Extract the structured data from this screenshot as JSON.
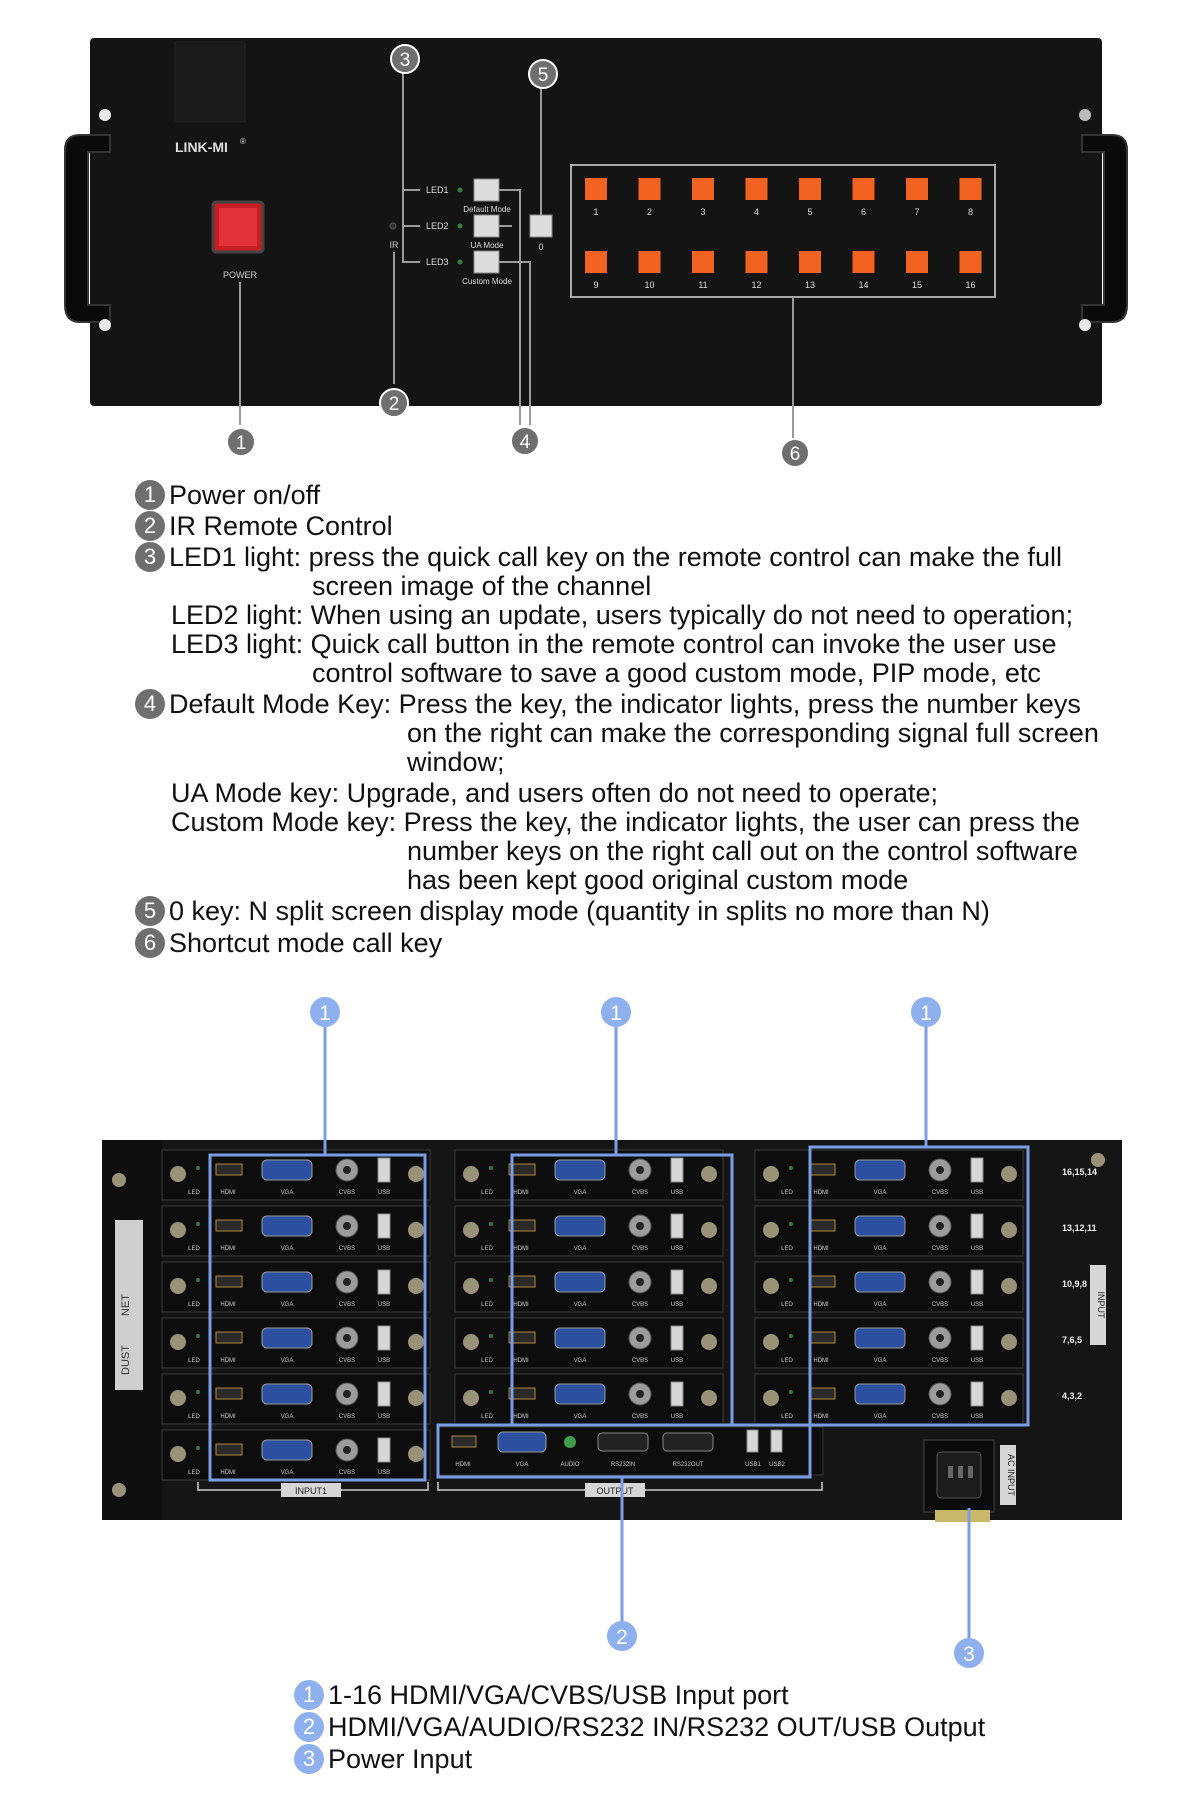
{
  "front": {
    "brand": "LINK-MI",
    "brand_mark": "®",
    "power_label": "POWER",
    "ir_label": "IR",
    "leds": [
      "LED1",
      "LED2",
      "LED3"
    ],
    "mode_keys": [
      "Default Mode",
      "UA Mode",
      "Custom Mode"
    ],
    "zero_key": "0",
    "number_keys": [
      "1",
      "2",
      "3",
      "4",
      "5",
      "6",
      "7",
      "8",
      "9",
      "10",
      "11",
      "12",
      "13",
      "14",
      "15",
      "16"
    ],
    "callouts": [
      "1",
      "2",
      "3",
      "4",
      "5",
      "6"
    ]
  },
  "front_legend": [
    {
      "num": "1",
      "text": "Power on/off"
    },
    {
      "num": "2",
      "text": "IR Remote Control"
    },
    {
      "num": "3",
      "text": "LED1 light: press the quick call key on the remote control can make the full"
    }
  ],
  "front_legend_extra": {
    "led1_cont": "screen image of the channel",
    "led2": "LED2 light: When using an update, users typically do not need to operation;",
    "led3": "LED3 light: Quick call button in the remote control can invoke the user use",
    "led3_cont": "control software to save a good custom mode, PIP mode, etc",
    "num4": "4",
    "default_mode": "Default Mode Key: Press the key, the indicator lights, press the number keys",
    "default_mode_cont1": "on the right can make the corresponding signal full screen",
    "default_mode_cont2": "window;",
    "ua_mode": "UA Mode key: Upgrade, and users often do not need to operate;",
    "custom_mode": "Custom Mode key: Press the key, the indicator lights, the user can press the",
    "custom_mode_cont1": "number keys on the right call out on the control software",
    "custom_mode_cont2": "has been kept good original custom mode",
    "num5": "5",
    "zero_key": "0 key: N split screen display mode (quantity in splits no more than N)",
    "num6": "6",
    "shortcut": "Shortcut mode call key"
  },
  "rear": {
    "port_labels": [
      "LED",
      "HDMI",
      "VGA",
      "CVBS",
      "USB"
    ],
    "row_groups": [
      "16,15,14",
      "13,12,11",
      "10,9,8",
      "7,6,5",
      "4,3,2"
    ],
    "input_side": "INPUT",
    "net": "NET",
    "dust": "DUST",
    "input1": "INPUT1",
    "output": "OUTPUT",
    "output_ports": [
      "HDMI",
      "VGA",
      "AUDIO",
      "RS232IN",
      "RS232OUT",
      "USB1",
      "USB2"
    ],
    "ac_input": "AC INPUT",
    "callouts": [
      "1",
      "1",
      "1",
      "2",
      "3"
    ]
  },
  "rear_legend": [
    {
      "num": "1",
      "text": "1-16 HDMI/VGA/CVBS/USB Input port"
    },
    {
      "num": "2",
      "text": "HDMI/VGA/AUDIO/RS232 IN/RS232 OUT/USB Output"
    },
    {
      "num": "3",
      "text": "Power Input"
    }
  ],
  "colors": {
    "panel": "#111111",
    "key_orange": "#f26322",
    "callout_gray": "#6f6f6f",
    "callout_blue": "#8fb0ee",
    "highlight_blue": "#7b9de6",
    "power_red": "#d8232a"
  }
}
